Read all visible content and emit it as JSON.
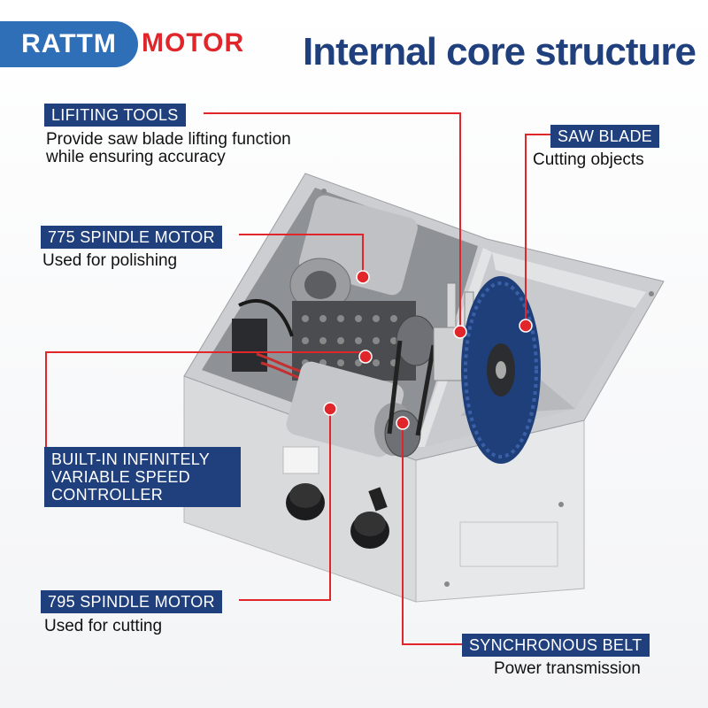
{
  "brand": {
    "part1": "RATTM",
    "part2": "MOTOR",
    "colors": {
      "blue": "#2f6fb7",
      "red": "#e0262a",
      "navy": "#1f3f7d"
    }
  },
  "title": "Internal core structure",
  "callouts": {
    "lifting_tools": {
      "label": "LIFITING TOOLS",
      "desc": "Provide saw blade lifting function\nwhile ensuring accuracy"
    },
    "saw_blade": {
      "label": "SAW BLADE",
      "desc": "Cutting objects"
    },
    "motor_775": {
      "label": "775 SPINDLE MOTOR",
      "desc": "Used for polishing"
    },
    "speed_controller": {
      "label": "BUILT-IN INFINITELY VARIABLE SPEED CONTROLLER"
    },
    "motor_795": {
      "label": "795 SPINDLE MOTOR",
      "desc": "Used for cutting"
    },
    "belt": {
      "label": "SYNCHRONOUS BELT",
      "desc": "Power transmission"
    }
  },
  "icons": [
    "marker-dot-icon"
  ]
}
